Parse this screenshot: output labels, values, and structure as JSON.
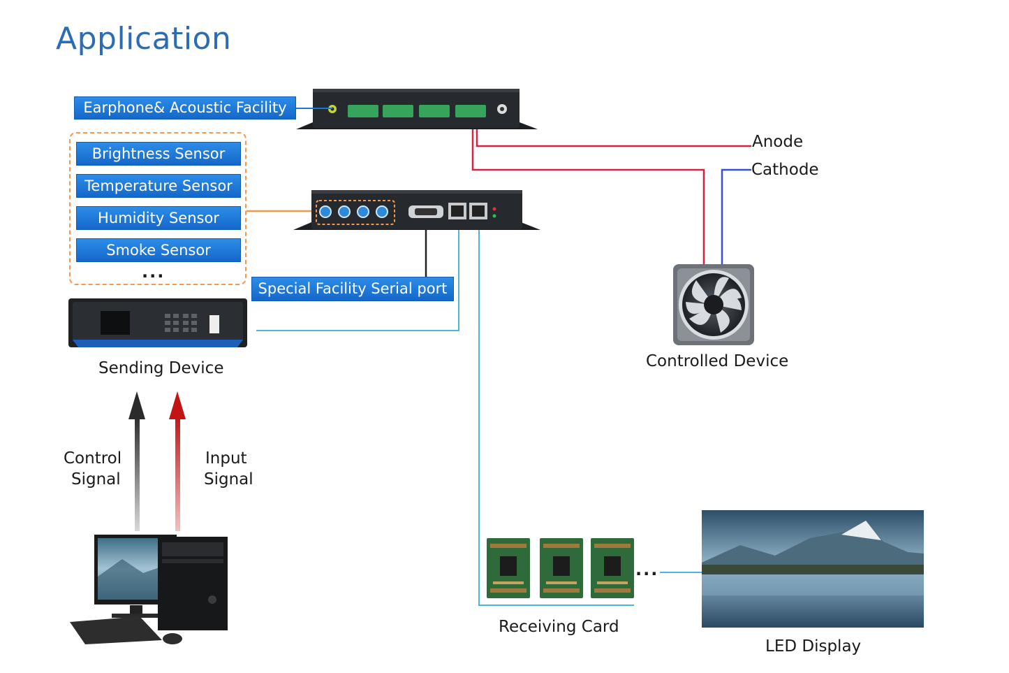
{
  "title": "Application",
  "labels": {
    "earphone": "Earphone& Acoustic Facility",
    "serial_port": "Special Facility Serial port",
    "sending_device": "Sending Device",
    "controlled_device": "Controlled Device",
    "anode": "Anode",
    "cathode": "Cathode",
    "control_signal_1": "Control",
    "control_signal_2": "Signal",
    "input_signal_1": "Input",
    "input_signal_2": "Signal",
    "receiving_card": "Receiving Card",
    "led_display": "LED Display",
    "ellipsis": "..."
  },
  "sensors": [
    "Brightness Sensor",
    "Temperature Sensor",
    "Humidity Sensor",
    "Smoke Sensor"
  ],
  "colors": {
    "title": "#2a6db5",
    "label_blue": "#1a78d6",
    "anode_wire": "#d8213f",
    "cathode_wire": "#3a4fd6",
    "signal_wire": "#4ab7e0",
    "sensor_wire": "#f39a4d",
    "control_arrow": "#3b3b3b",
    "input_arrow": "#c81e1e"
  }
}
